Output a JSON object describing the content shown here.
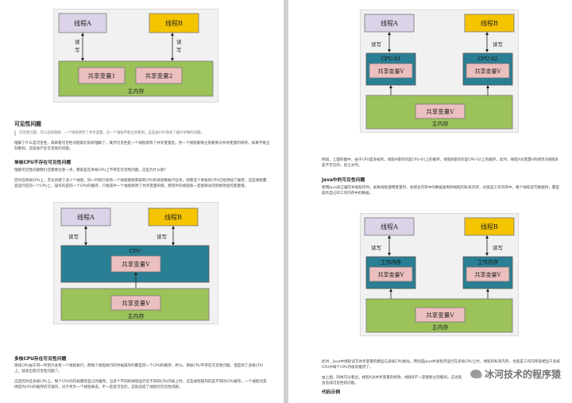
{
  "labels": {
    "thread_a": "线程A",
    "thread_b": "线程B",
    "read_write": "读写",
    "read": "读",
    "write": "写",
    "shared_var": "共享变量",
    "shared_var_1": "共享变量1",
    "shared_var_2": "共享变量2",
    "shared_var_v": "共享变量V",
    "main_memory": "主内存",
    "cpu": "CPU",
    "cpu_01": "CPU-01",
    "cpu_02": "CPU-02",
    "work_memory": "工作内存"
  },
  "left": {
    "h_visibility": "可见性问题",
    "quote": "可见性问题，可以这样理解：一个线程修改了共享变量，另一个线程不能立刻看到，这是由CPU添加了缓存导致的问题。",
    "p1": "理解了什么是可见性，再来看可见性问题就比较好理解了。既然可见性是一个线程修改了共享变量后，另一个线程能够立刻看到对共享变量的修改，如果不能立刻看到，这就会产生可见性的问题。",
    "h_single": "单核CPU不存在可见性问题",
    "p2": "理解可见性问题我们还需要注意一点，那就是在单核CPU上不存在可见性问题。这是为什么呢?",
    "p3": "因为在单核CPU上，无论创建了多少个线程，同一时刻只会有一个线程能够获取到CPU的资源来执行任务，即使这个单核的CPU已经添加了缓存。这些线程都是运行在同一个CPU上，操作的是同一个CPU的缓存，只要其中一个线程修改了共享变量的值，那另外的线程就一定能够访问到修改后的变量值。",
    "h_multi": "多核CPU存在可见性问题",
    "p4": "单核CPU由于同一时刻只会有一个线程执行，而每个线程执行的时候操作的都是同一个CPU的缓存，所以，单核CPU不存在可见性问题。但是到了多核CPU上，就会出现可见性问题了。",
    "p5": "这是因为在多核CPU上，每个CPU的内核都有自己的缓存。当多个不同的线程运行在不同的CPU内核上时，这些线程操作的是不同的CPU缓存。一个线程对其绑定的CPU的缓存的写操作，对于另外一个线程来说，不一定是可见的，这就造成了线程的可见性问题。"
  },
  "right": {
    "p1": "例如，上面的图中，由于CPU是多核的，线程A操作的是CPU-01上的缓存，线程B操作的是CPU-02上的缓存，此时，线程A对变量V的修改对线程B是不可见的，反之亦然。",
    "h_java": "Java中的可见性问题",
    "p2": "使用Java语言编写并发程序时，如果线程使用变量时，会把主内存中的数据复制到线程的私有内存，也就是工作内存中，每个线程读写数据时，都是操作自己的工作内存中的数据。",
    "p3": "此时，Java中线程读写共享变量的模型与多核CPU类似，原因是Java并发程序运行在多核CPU上时，线程的私有内存，也就是工作内存就相当于多核CPU中每个CPU内核的缓存了。",
    "p4": "由上图，同样可以看出，线程A对共享变量的修改，线程B不一定能够立刻看到，这也就会造成可见性的问题。",
    "h_code": "代码示例"
  },
  "watermark": "冰河技术的程序猿",
  "colors": {
    "thread_a_fill": "#dcd3e8",
    "thread_b_fill": "#f5c400",
    "main_memory_fill": "#9cc25a",
    "cpu_fill": "#2b7f94",
    "shared_var_fill": "#ecbfbf",
    "frame_fill": "#f1f1f1"
  }
}
